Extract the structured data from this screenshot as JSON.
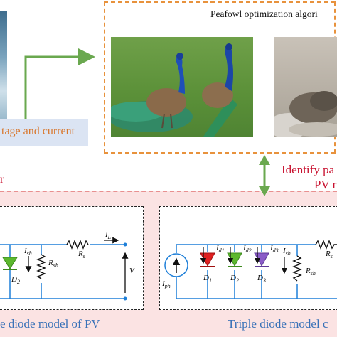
{
  "top": {
    "title": "Peafowl optimization algori",
    "voltage_current_label": "tage and current",
    "identify_line1": "Identify pa",
    "identify_line2": "PV r",
    "red_mark": "r"
  },
  "left_circuit": {
    "current_out": "I",
    "current_out_sub": "L",
    "series_resistor": "R",
    "series_resistor_sub": "s",
    "diode": "D",
    "diode_sub": "2",
    "shunt_current": "I",
    "shunt_current_sub": "sh",
    "shunt_resistor": "R",
    "shunt_resistor_sub": "sh",
    "voltage": "V",
    "caption": "e diode model of PV"
  },
  "right_circuit": {
    "source_current": "I",
    "source_current_sub": "ph",
    "d1_current": "I",
    "d1_current_sub": "d1",
    "d2_current": "I",
    "d2_current_sub": "d2",
    "d3_current": "I",
    "d3_current_sub": "d3",
    "d1": "D",
    "d1_sub": "1",
    "d2": "D",
    "d2_sub": "2",
    "d3": "D",
    "d3_sub": "3",
    "shunt_current": "I",
    "shunt_current_sub": "sh",
    "shunt_resistor": "R",
    "shunt_resistor_sub": "sh",
    "series_resistor": "R",
    "series_resistor_sub": "s",
    "caption": "Triple diode model c"
  },
  "colors": {
    "orange_border": "#e8923c",
    "green_arrow": "#6aa84f",
    "red_text": "#c8102e",
    "blue_caption": "#3a72b8",
    "pink_panel": "#fbe3e3",
    "diode_red": "#e02020",
    "diode_green": "#5cb82e",
    "diode_purple": "#8a5cc8",
    "wire_blue": "#1e7fd8"
  }
}
